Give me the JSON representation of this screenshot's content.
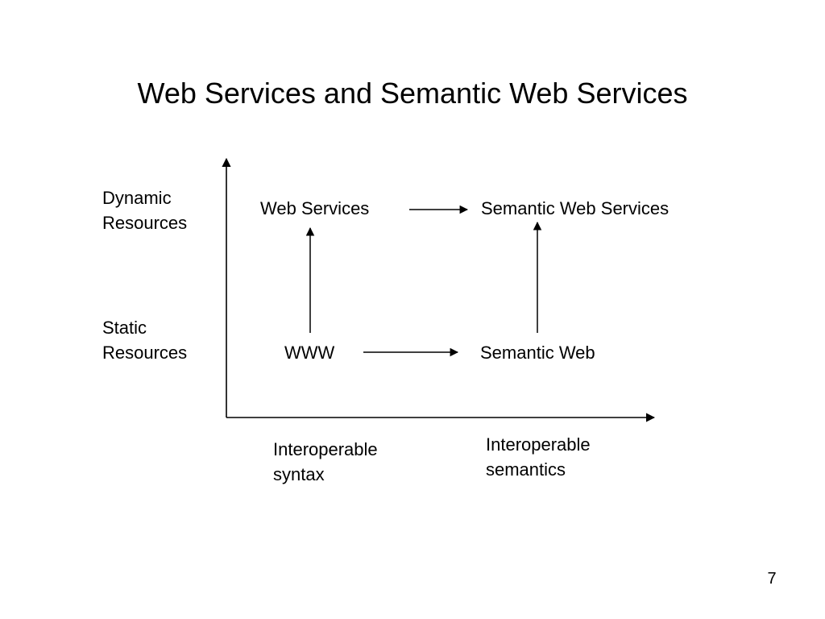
{
  "slide": {
    "title": "Web Services and Semantic Web Services",
    "page_number": "7"
  },
  "y_axis": {
    "dynamic_label": [
      "Dynamic",
      "Resources"
    ],
    "static_label": [
      "Static",
      "Resources"
    ]
  },
  "x_axis": {
    "syntax_label": [
      "Interoperable",
      "syntax"
    ],
    "semantics_label": [
      "Interoperable",
      "semantics"
    ]
  },
  "nodes": {
    "web_services": "Web Services",
    "semantic_web_services": "Semantic Web Services",
    "www": "WWW",
    "semantic_web": "Semantic Web"
  },
  "colors": {
    "background": "#ffffff",
    "ink": "#000000"
  }
}
